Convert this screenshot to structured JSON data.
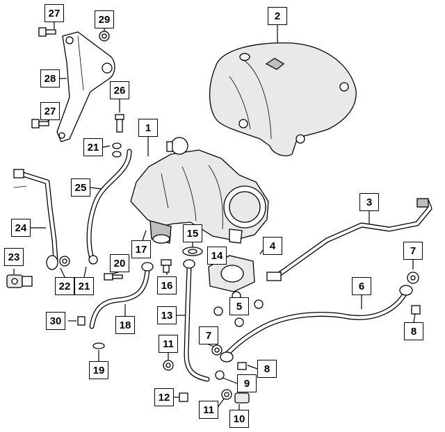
{
  "diagram": {
    "callouts": [
      {
        "id": "c27a",
        "label": "27"
      },
      {
        "id": "c29",
        "label": "29"
      },
      {
        "id": "c2",
        "label": "2"
      },
      {
        "id": "c28",
        "label": "28"
      },
      {
        "id": "c26",
        "label": "26"
      },
      {
        "id": "c27b",
        "label": "27"
      },
      {
        "id": "c1",
        "label": "1"
      },
      {
        "id": "c21a",
        "label": "21"
      },
      {
        "id": "c25",
        "label": "25"
      },
      {
        "id": "c3",
        "label": "3"
      },
      {
        "id": "c24",
        "label": "24"
      },
      {
        "id": "c15",
        "label": "15"
      },
      {
        "id": "c4",
        "label": "4"
      },
      {
        "id": "c17",
        "label": "17"
      },
      {
        "id": "c14",
        "label": "14"
      },
      {
        "id": "c7a",
        "label": "7"
      },
      {
        "id": "c23",
        "label": "23"
      },
      {
        "id": "c20",
        "label": "20"
      },
      {
        "id": "c22",
        "label": "22"
      },
      {
        "id": "c21b",
        "label": "21"
      },
      {
        "id": "c16",
        "label": "16"
      },
      {
        "id": "c6",
        "label": "6"
      },
      {
        "id": "c5",
        "label": "5"
      },
      {
        "id": "c13",
        "label": "13"
      },
      {
        "id": "c30",
        "label": "30"
      },
      {
        "id": "c18",
        "label": "18"
      },
      {
        "id": "c8a",
        "label": "8"
      },
      {
        "id": "c7b",
        "label": "7"
      },
      {
        "id": "c11a",
        "label": "11"
      },
      {
        "id": "c19",
        "label": "19"
      },
      {
        "id": "c8b",
        "label": "8"
      },
      {
        "id": "c9",
        "label": "9"
      },
      {
        "id": "c12",
        "label": "12"
      },
      {
        "id": "c11b",
        "label": "11"
      },
      {
        "id": "c10",
        "label": "10"
      }
    ]
  }
}
